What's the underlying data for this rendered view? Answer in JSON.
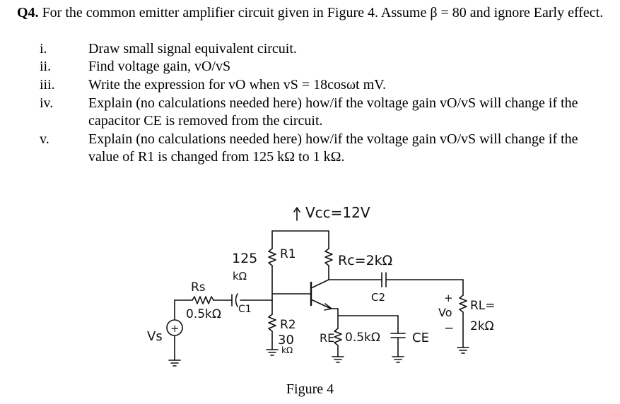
{
  "question": {
    "number": "Q4.",
    "intro": "For the common emitter amplifier circuit given in Figure 4. Assume β = 80 and ignore Early effect."
  },
  "items": [
    {
      "num": "i.",
      "text": "Draw small signal equivalent circuit."
    },
    {
      "num": "ii.",
      "text": "Find voltage gain, vO/vS"
    },
    {
      "num": "iii.",
      "text": "Write the expression for vO when vS = 18cosωt mV."
    },
    {
      "num": "iv.",
      "text": "Explain (no calculations needed here) how/if the voltage gain vO/vS will change if the capacitor CE is removed from the circuit."
    },
    {
      "num": "v.",
      "text": "Explain (no calculations needed here) how/if the voltage gain vO/vS will change if the value of R1 is changed from 125 kΩ to 1 kΩ."
    }
  ],
  "circuit_labels": {
    "vcc": "Vcc=12V",
    "r1_value": "125",
    "r1_unit": "kΩ",
    "r1_name": "R1",
    "rc": "Rc=2kΩ",
    "c2": "C2",
    "rs": "Rs",
    "c1": "C1",
    "rs_value": "0.5kΩ",
    "vs": "Vs",
    "r2_name": "R2",
    "r2_value": "30",
    "r2_unit": "kΩ",
    "re": "RE",
    "re_value": "0.5kΩ",
    "ce": "CE",
    "vo": "Vo",
    "rl": "RL=",
    "rl_value": "2kΩ",
    "plus": "+",
    "minus": "−"
  },
  "figure_caption": "Figure 4"
}
